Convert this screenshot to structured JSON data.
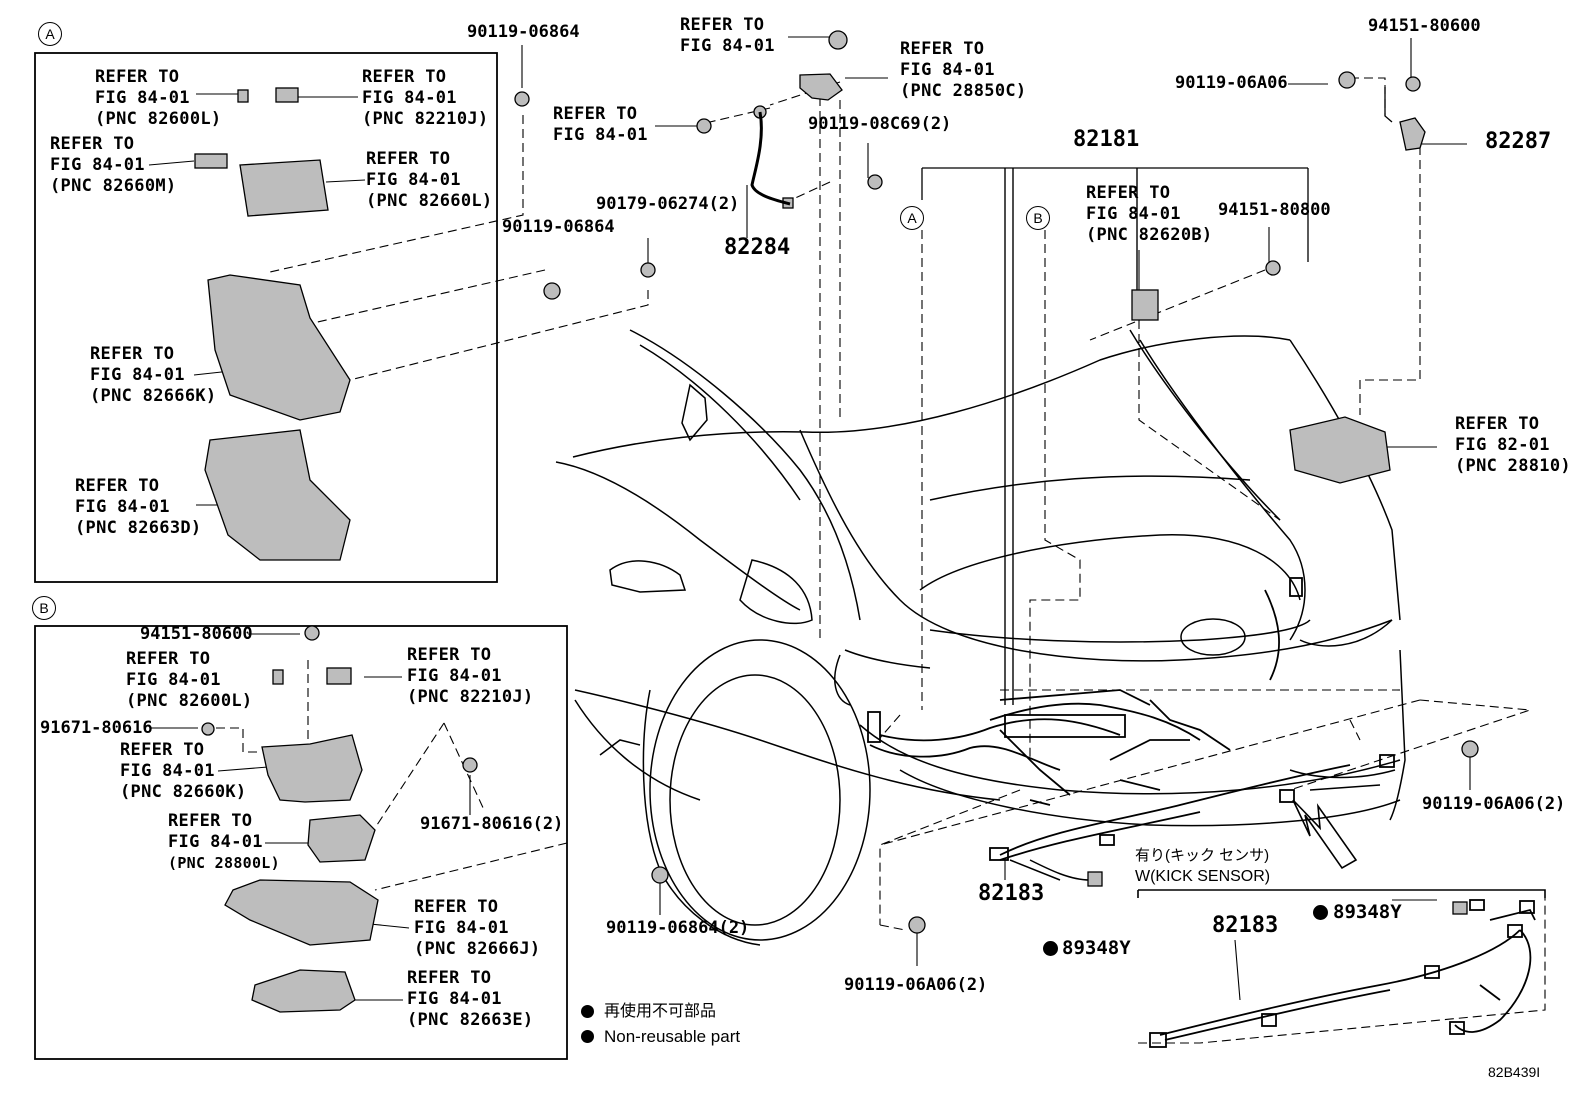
{
  "refer_to": "REFER TO",
  "inset_a": {
    "marker": "A",
    "labels": [
      {
        "fig": "FIG 84-01",
        "pnc": "(PNC 82600L)"
      },
      {
        "fig": "FIG 84-01",
        "pnc": "(PNC 82210J)"
      },
      {
        "fig": "FIG 84-01",
        "pnc": "(PNC 82660M)"
      },
      {
        "fig": "FIG 84-01",
        "pnc": "(PNC 82660L)"
      },
      {
        "fig": "FIG 84-01",
        "pnc": "(PNC 82666K)"
      },
      {
        "fig": "FIG 84-01",
        "pnc": "(PNC 82663D)"
      }
    ]
  },
  "inset_b": {
    "marker": "B",
    "part_94151": "94151-80600",
    "part_91671": "91671-80616",
    "part_91671_2": "91671-80616(2)",
    "labels": [
      {
        "fig": "FIG 84-01",
        "pnc": "(PNC 82600L)"
      },
      {
        "fig": "FIG 84-01",
        "pnc": "(PNC 82210J)"
      },
      {
        "fig": "FIG 84-01",
        "pnc": "(PNC 82660K)"
      },
      {
        "fig": "FIG 84-01",
        "pnc": "(PNC 28800L)"
      },
      {
        "fig": "FIG 84-01",
        "pnc": "(PNC 82666J)"
      },
      {
        "fig": "FIG 84-01",
        "pnc": "(PNC 82663E)"
      }
    ]
  },
  "main": {
    "p_90119_06864_top": "90119-06864",
    "p_90119_06864_mid": "90119-06864",
    "p_90179": "90179-06274(2)",
    "refer_top": {
      "fig": "FIG 84-01"
    },
    "refer_mid": {
      "fig": "FIG 84-01"
    },
    "refer_28850c": {
      "fig": "FIG 84-01",
      "pnc": "(PNC 28850C)"
    },
    "p_90119_08c69": "90119-08C69(2)",
    "p_82284": "82284",
    "p_82181": "82181",
    "marker_a": "A",
    "marker_b": "B",
    "refer_82620b": {
      "fig": "FIG 84-01",
      "pnc": "(PNC 82620B)"
    },
    "p_94151_80800": "94151-80800",
    "p_94151_80600": "94151-80600",
    "p_90119_06a06_top": "90119-06A06",
    "p_82287": "82287",
    "refer_28810": {
      "fig": "FIG 82-01",
      "pnc": "(PNC 28810)"
    },
    "p_90119_06a06_right": "90119-06A06(2)",
    "p_90119_06864_bottom": "90119-06864(2)",
    "p_82183_main": "82183",
    "p_89348y_main": "89348Y",
    "p_90119_06a06_bottom": "90119-06A06(2)",
    "kick_jp": "有り(キック センサ)",
    "kick_en": "W(KICK SENSOR)",
    "p_89348y_kick": "89348Y",
    "p_82183_kick": "82183"
  },
  "legend": {
    "jp": "再使用不可部品",
    "en": "Non-reusable part"
  },
  "figure_code": "82B439I"
}
